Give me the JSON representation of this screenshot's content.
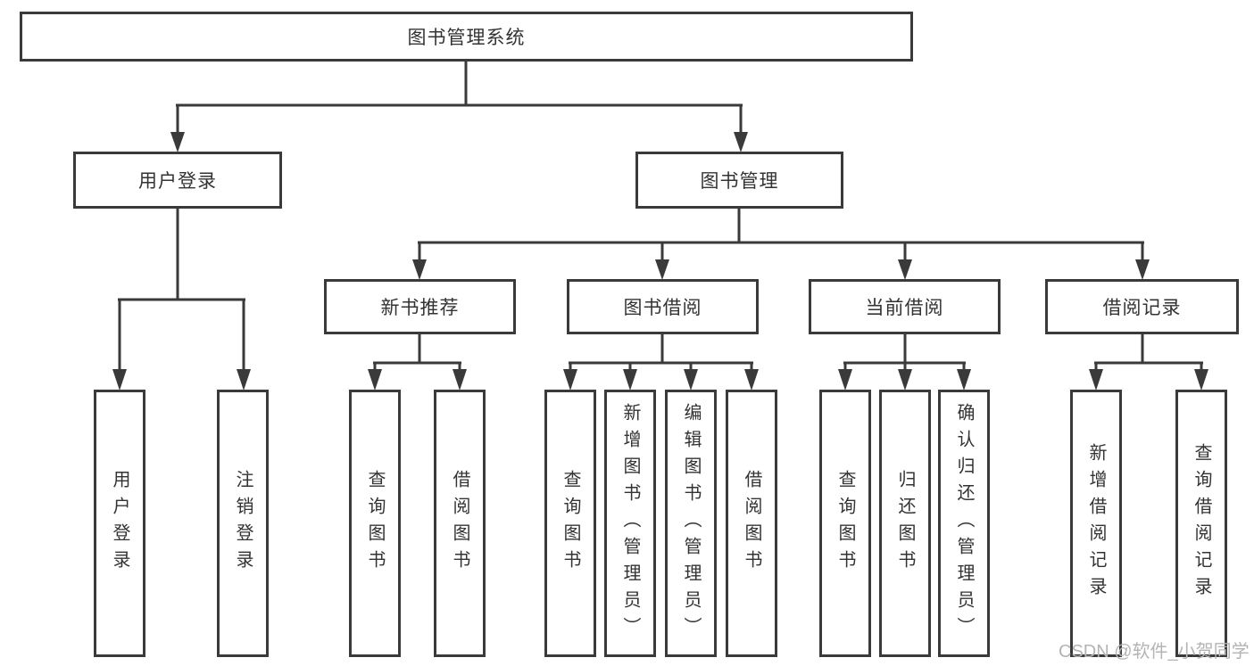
{
  "colors": {
    "line": "#3a3a3a",
    "text": "#333333",
    "bg": "#ffffff",
    "watermark": "#b4b4b6"
  },
  "root": {
    "label": "图书管理系统"
  },
  "nodes": {
    "user_login": "用户登录",
    "book_management": "图书管理",
    "new_book_recommend": "新书推荐",
    "book_borrow": "图书借阅",
    "current_borrow": "当前借阅",
    "borrow_records": "借阅记录"
  },
  "leaves": {
    "user": [
      "用户登录",
      "注销登录"
    ],
    "recommend": [
      "查询图书",
      "借阅图书"
    ],
    "borrow": [
      "查询图书",
      "新增图书（管理员）",
      "编辑图书（管理员）",
      "借阅图书"
    ],
    "current": [
      "查询图书",
      "归还图书",
      "确认归还（管理员）"
    ],
    "records": [
      "新增借阅记录",
      "查询借阅记录"
    ]
  },
  "watermark": "CSDN @软件_小贺同学"
}
